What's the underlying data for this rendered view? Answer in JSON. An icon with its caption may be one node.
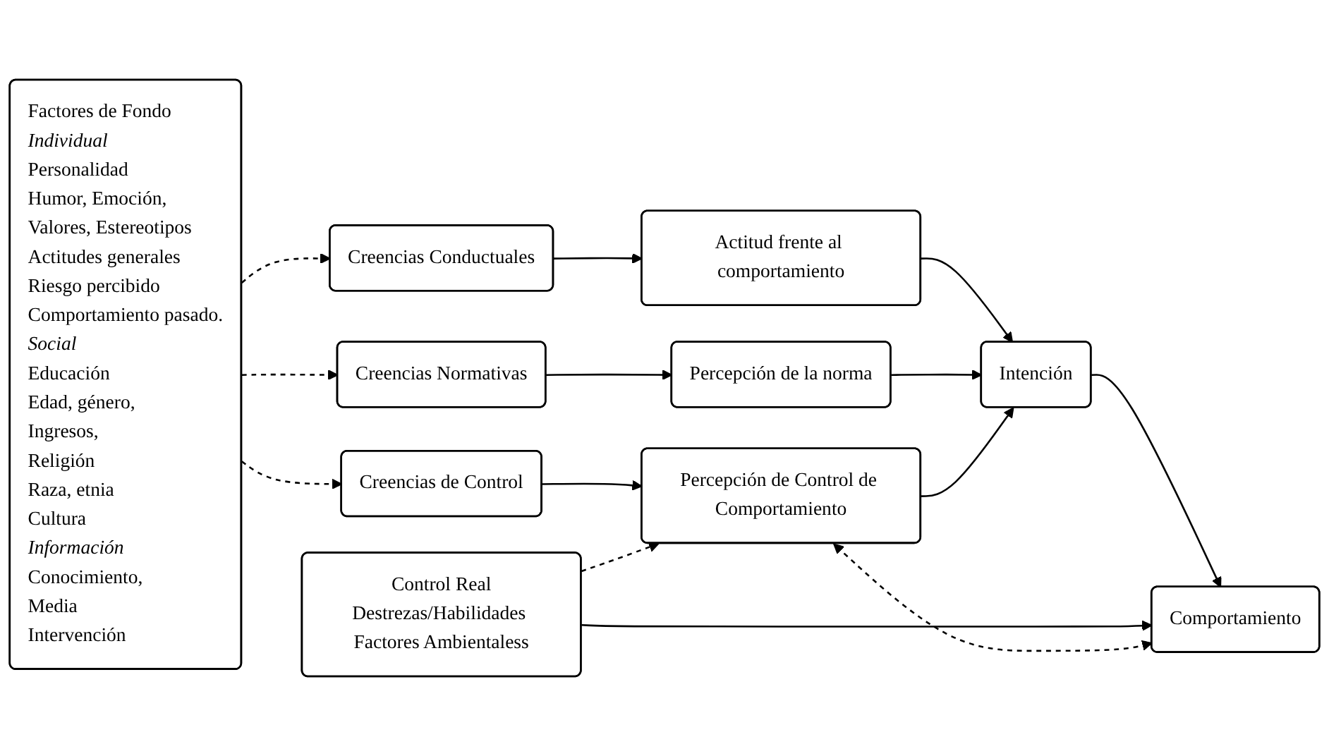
{
  "diagram": {
    "nodes": [
      {
        "text": [
          "Factores de Fondo",
          "Individual",
          "Personalidad",
          "Humor, Emoción,",
          "Valores, Estereotipos",
          "Actitudes generales",
          "Riesgo percibido",
          "Comportamiento pasado.",
          "Social",
          "Educación",
          "Edad, género,",
          "Ingresos,",
          "Religión",
          "Raza, etnia",
          "Cultura",
          "Información",
          "Conocimiento,",
          "Media",
          "Intervención"
        ]
      },
      {
        "text": [
          "Creencias Conductuales"
        ]
      },
      {
        "text": [
          "Actitud frente al comportamiento"
        ]
      },
      {
        "text": [
          "Creencias Normativas"
        ]
      },
      {
        "text": [
          "Percepción de la norma"
        ]
      },
      {
        "text": [
          "Creencias de Control"
        ]
      },
      {
        "text": [
          "Percepción de Control de Comportamiento"
        ]
      },
      {
        "text": [
          "Intención"
        ]
      },
      {
        "text": [
          "Comportamiento"
        ]
      },
      {
        "text": [
          "Control Real",
          "Destrezas/Habilidades Factores Ambientaless"
        ]
      }
    ],
    "edges": [
      {
        "from": 0,
        "to": 1,
        "arrow": "to",
        "style": "dashed"
      },
      {
        "from": 0,
        "to": 3,
        "arrow": "to",
        "style": "dashed"
      },
      {
        "from": 0,
        "to": 5,
        "arrow": "to",
        "style": "dashed"
      },
      {
        "from": 1,
        "to": 2,
        "arrow": "to"
      },
      {
        "from": 3,
        "to": 4,
        "arrow": "to"
      },
      {
        "from": 5,
        "to": 6,
        "arrow": "to"
      },
      {
        "from": 2,
        "to": 7,
        "arrow": "to"
      },
      {
        "from": 4,
        "to": 7,
        "arrow": "to"
      },
      {
        "from": 6,
        "to": 7,
        "arrow": "to"
      },
      {
        "from": 7,
        "to": 8,
        "arrow": "to"
      },
      {
        "from": 9,
        "to": 8,
        "arrow": "to"
      },
      {
        "from": 6,
        "to": 8,
        "arrow": "both",
        "style": "dashed"
      },
      {
        "from": 9,
        "to": 6,
        "arrow": "to",
        "style": "dashed"
      }
    ]
  }
}
